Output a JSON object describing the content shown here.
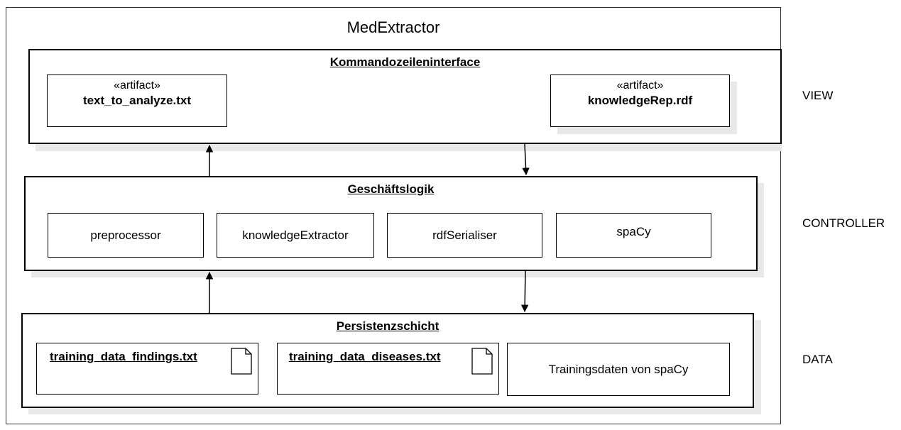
{
  "diagram": {
    "title": "MedExtractor",
    "layers": {
      "view": {
        "title": "Kommandozeileninterface",
        "side_label": "VIEW",
        "artifacts": [
          {
            "stereotype": "«artifact»",
            "name": "text_to_analyze.txt"
          },
          {
            "stereotype": "«artifact»",
            "name": "knowledgeRep.rdf"
          }
        ]
      },
      "controller": {
        "title": "Geschäftslogik",
        "side_label": "CONTROLLER",
        "components": [
          "preprocessor",
          "knowledgeExtractor",
          "rdfSerialiser",
          "spaCy"
        ]
      },
      "data": {
        "title": "Persistenzschicht",
        "side_label": "DATA",
        "files": [
          "training_data_findings.txt",
          "training_data_diseases.txt"
        ],
        "store": "Trainingsdaten von spaCy"
      }
    }
  }
}
